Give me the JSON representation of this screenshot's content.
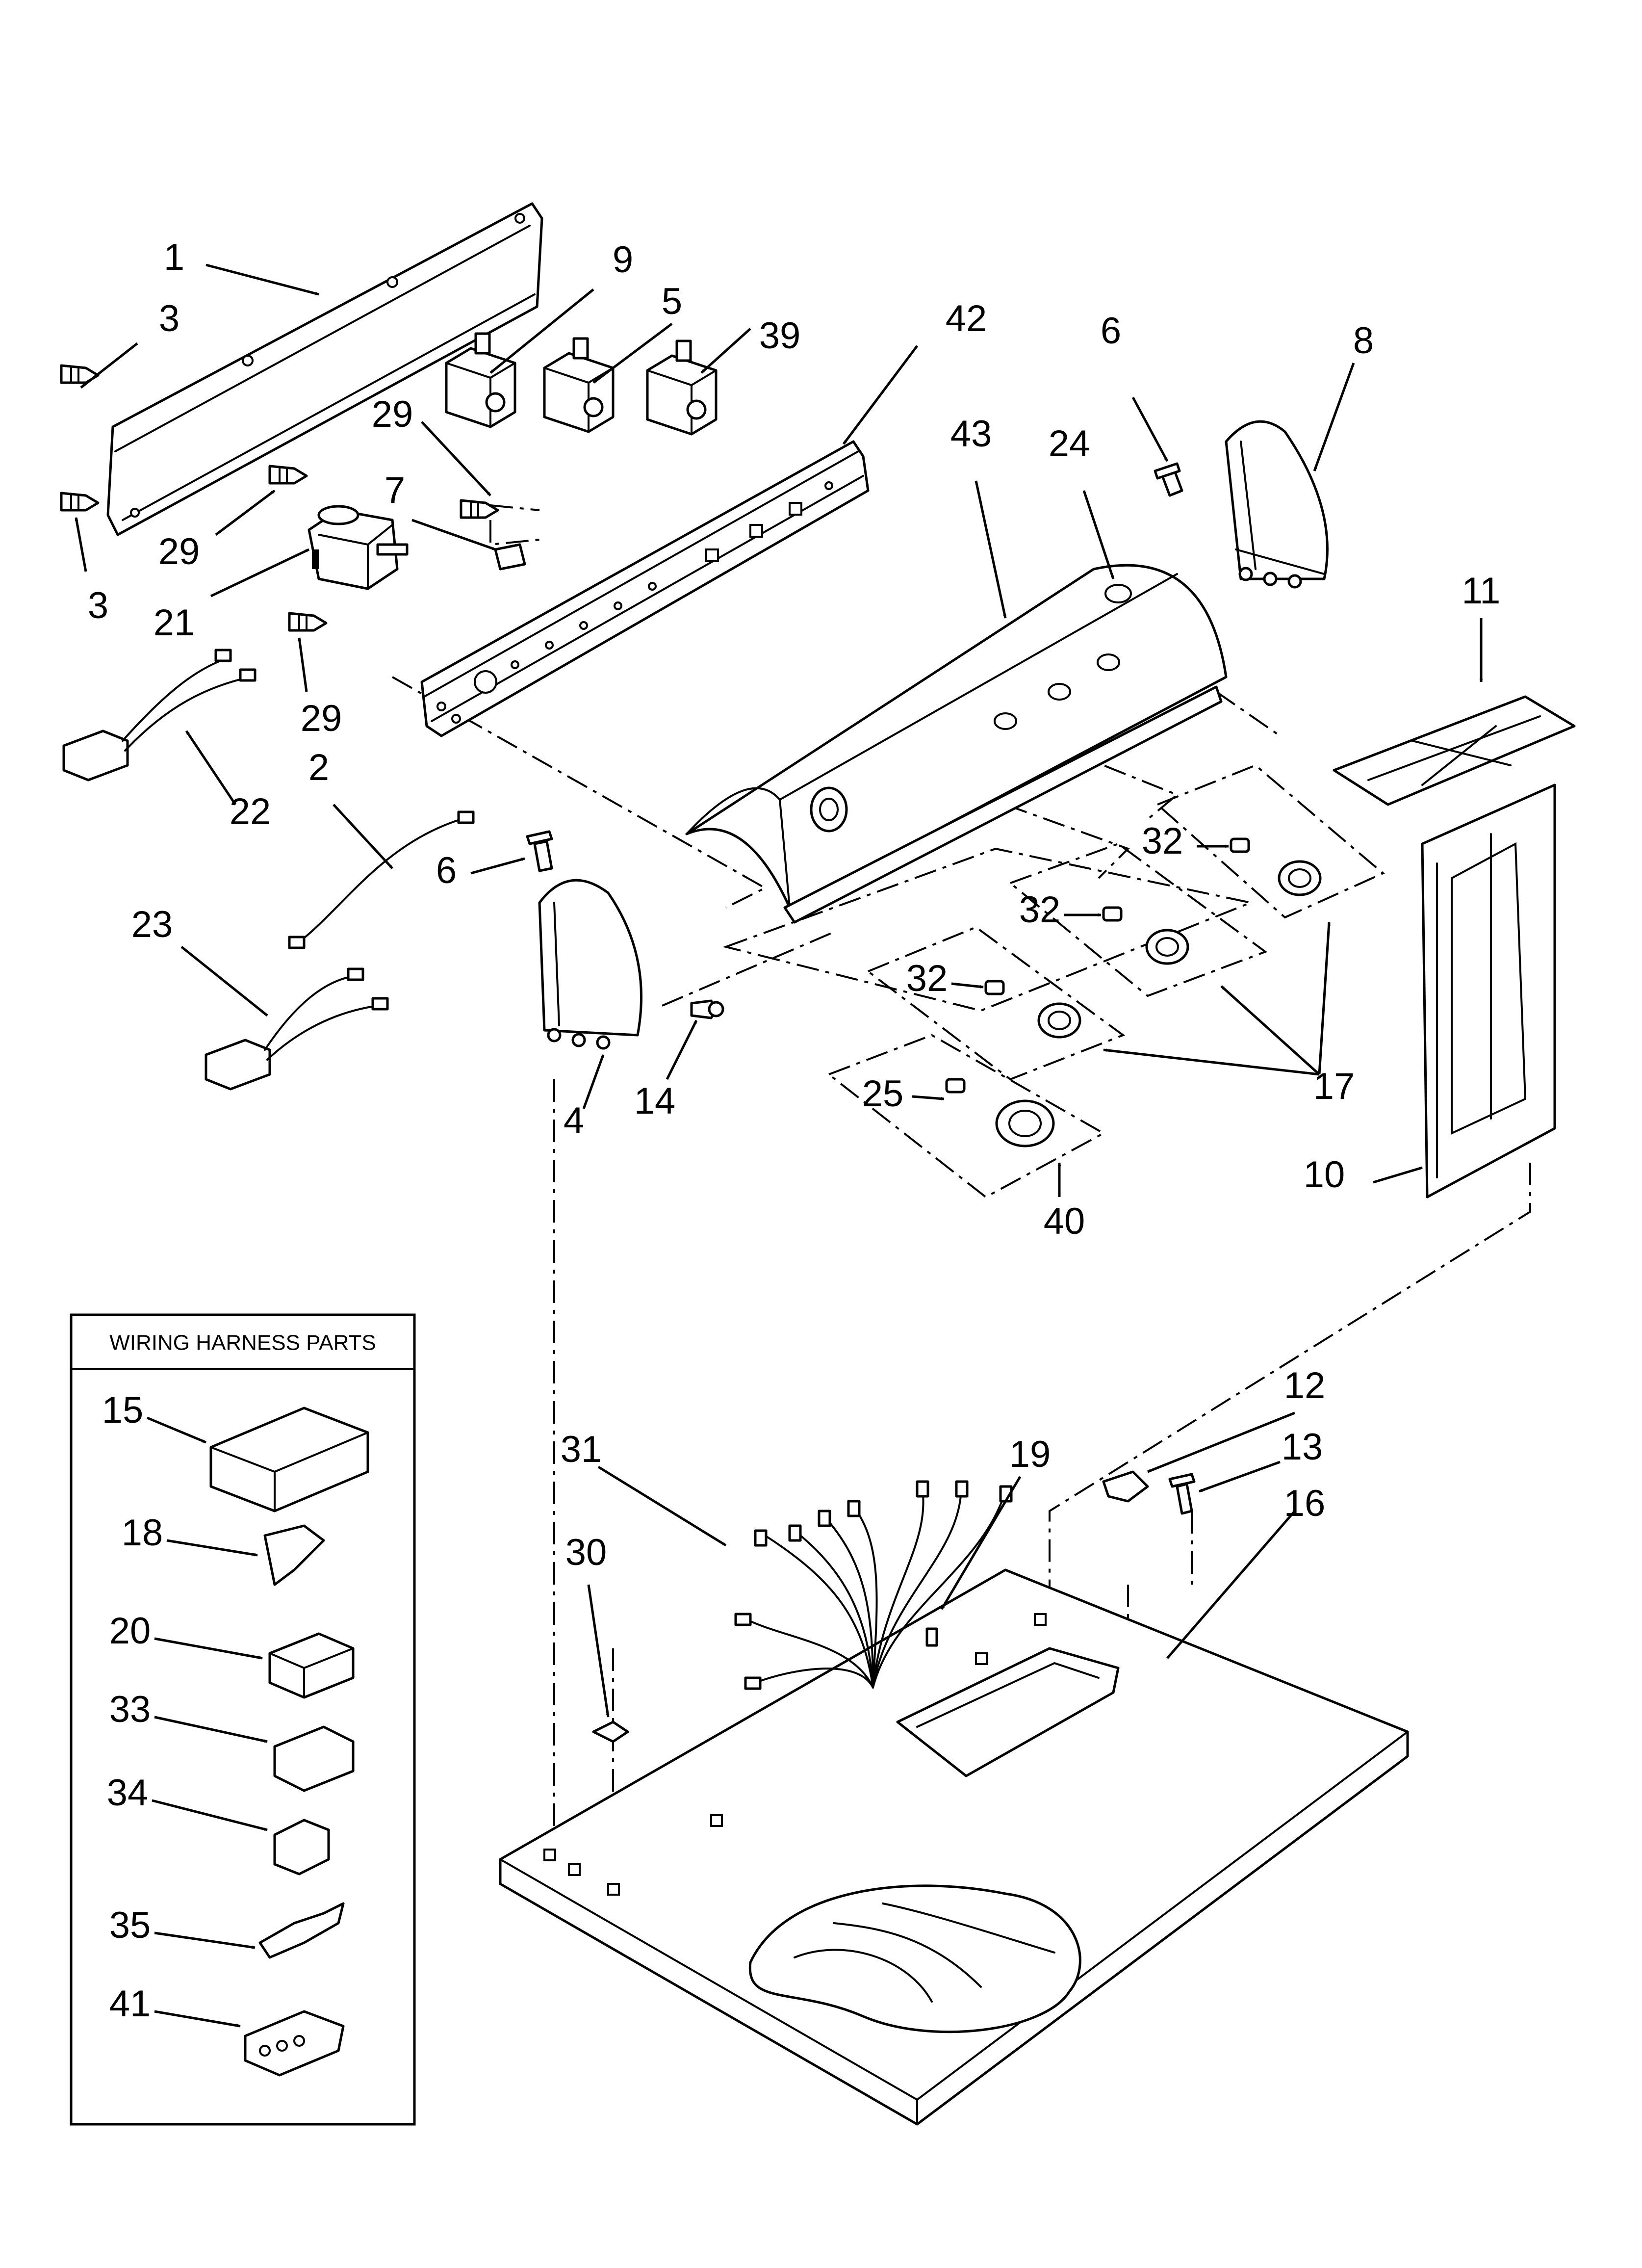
{
  "inset": {
    "title": "WIRING HARNESS PARTS",
    "items": [
      "15",
      "18",
      "20",
      "33",
      "34",
      "35",
      "41"
    ]
  },
  "callouts": {
    "p1": "1",
    "p2": "2",
    "p3a": "3",
    "p3b": "3",
    "p4": "4",
    "p5": "5",
    "p6a": "6",
    "p6b": "6",
    "p7": "7",
    "p8": "8",
    "p9": "9",
    "p10": "10",
    "p11": "11",
    "p12": "12",
    "p13": "13",
    "p14": "14",
    "p16": "16",
    "p17": "17",
    "p19": "19",
    "p21": "21",
    "p22": "22",
    "p23": "23",
    "p24": "24",
    "p25": "25",
    "p29a": "29",
    "p29b": "29",
    "p29c": "29",
    "p30": "30",
    "p31": "31",
    "p32a": "32",
    "p32b": "32",
    "p32c": "32",
    "p39": "39",
    "p40": "40",
    "p42": "42",
    "p43": "43"
  }
}
